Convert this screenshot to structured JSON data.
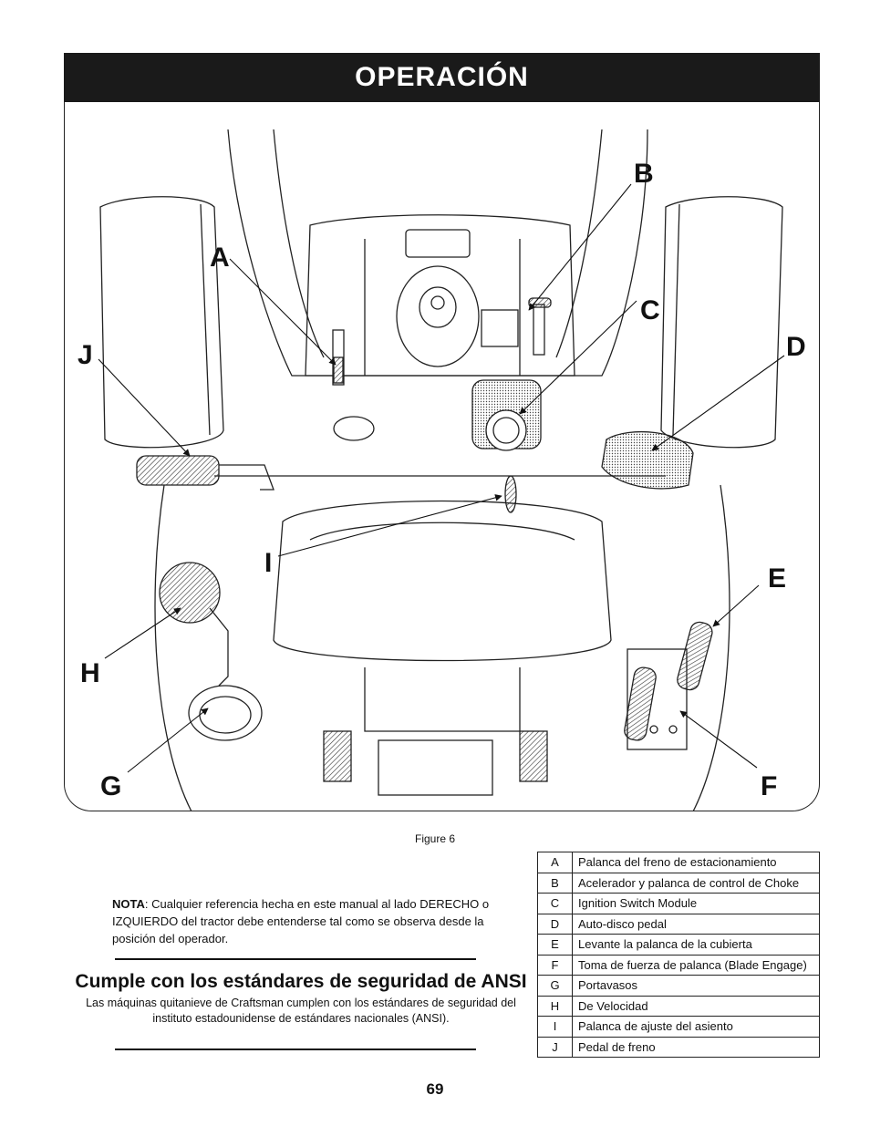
{
  "header": {
    "title": "OPERACIÓN"
  },
  "figure": {
    "caption": "Figure 6",
    "callouts": [
      "A",
      "B",
      "C",
      "D",
      "E",
      "F",
      "G",
      "H",
      "I",
      "J"
    ]
  },
  "nota": {
    "label": "NOTA",
    "text": ": Cualquier referencia hecha en este manual al lado DERECHO o IZQUIERDO del tractor debe entenderse tal como se observa desde la posición del operador."
  },
  "ansi": {
    "title": "Cumple con los estándares de seguridad de ANSI",
    "body": "Las máquinas quitanieve de Craftsman cumplen con los estándares de seguridad del instituto estadounidense de estándares nacionales (ANSI)."
  },
  "legend": [
    {
      "key": "A",
      "label": "Palanca del freno de estacionamiento"
    },
    {
      "key": "B",
      "label": "Acelerador y palanca de control de Choke"
    },
    {
      "key": "C",
      "label": "Ignition Switch Module"
    },
    {
      "key": "D",
      "label": "Auto-disco pedal"
    },
    {
      "key": "E",
      "label": "Levante la palanca de la cubierta"
    },
    {
      "key": "F",
      "label": "Toma de fuerza de palanca (Blade Engage)"
    },
    {
      "key": "G",
      "label": "Portavasos"
    },
    {
      "key": "H",
      "label": "De Velocidad"
    },
    {
      "key": "I",
      "label": "Palanca de ajuste del asiento"
    },
    {
      "key": "J",
      "label": "Pedal de freno"
    }
  ],
  "page_number": "69"
}
